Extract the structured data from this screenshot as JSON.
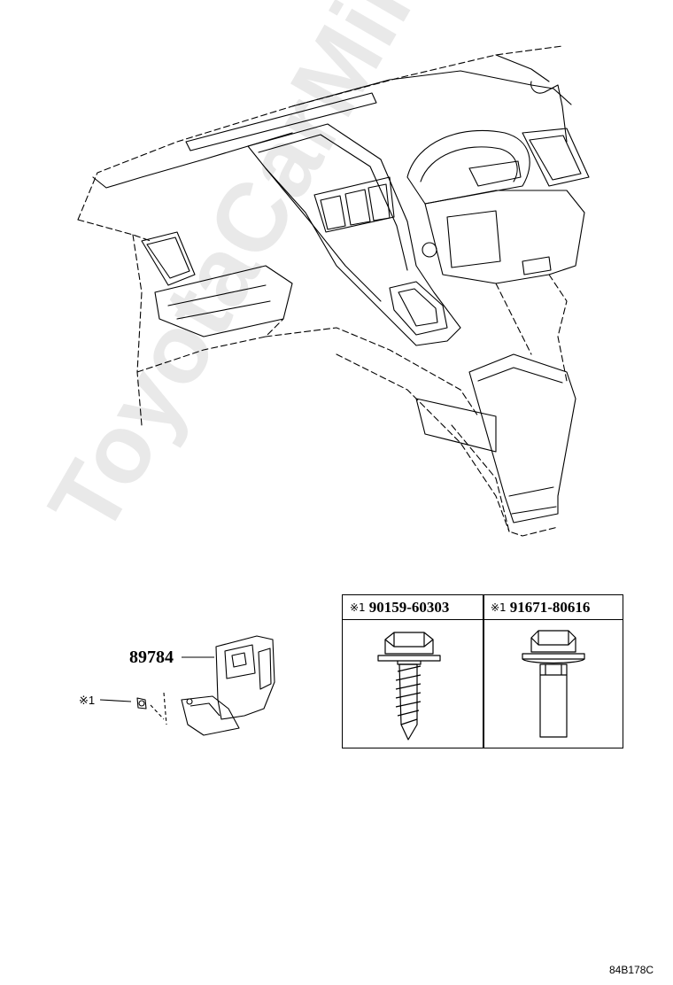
{
  "watermark": "ToyotaCarMine.ru",
  "part": {
    "number": "89784",
    "fastener_callout": "※1"
  },
  "fasteners": [
    {
      "mark": "※1",
      "part_number": "90159-60303",
      "kind": "tapping-screw-icon"
    },
    {
      "mark": "※1",
      "part_number": "91671-80616",
      "kind": "flange-bolt-icon"
    }
  ],
  "figure_code": "84B178C"
}
